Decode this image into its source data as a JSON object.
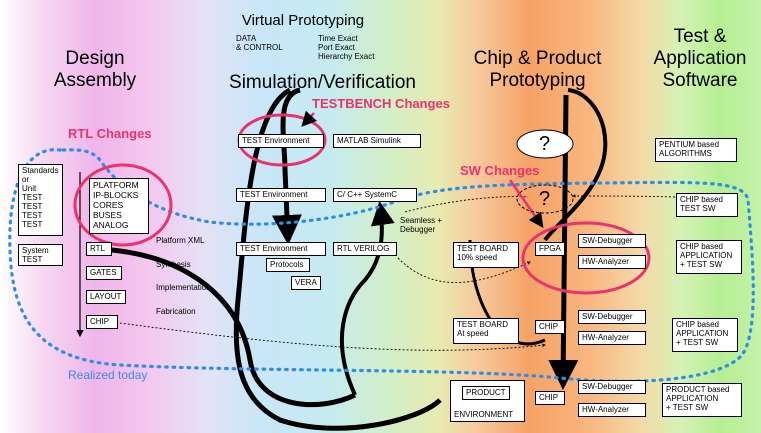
{
  "headings": {
    "virtual_prototyping": "Virtual Prototyping",
    "design_assembly": "Design\nAssembly",
    "simulation": "Simulation/Verification",
    "chip_product": "Chip & Product\nPrototyping",
    "test_app": "Test &\nApplication\nSoftware"
  },
  "abstraction_left": "DATA\n& CONTROL",
  "abstraction_right": "Time Exact\nPort Exact\nHierarchy Exact",
  "changes": {
    "rtl": "RTL Changes",
    "testbench": "TESTBENCH Changes",
    "sw": "SW Changes",
    "realized": "Realized today"
  },
  "design": {
    "standards": "Standards\nor\nUnit\nTEST\nTEST\nTEST\nTEST",
    "system_test": "System\nTEST",
    "platform": "PLATFORM\nIP-BLOCKS\nCORES\nBUSES\nANALOG",
    "rtl": "RTL",
    "gates": "GATES",
    "layout": "LAYOUT",
    "chip": "CHIP"
  },
  "flow_labels": {
    "platform_xml": "Platform XML",
    "synthesis": "Synthesis",
    "implementation": "Implementation",
    "fabrication": "Fabrication",
    "seamless": "Seamless +\nDebugger"
  },
  "sim": {
    "test_env_1": "TEST Environment",
    "matlab": "MATLAB   Simulink",
    "test_env_2": "TEST Environment",
    "cpp": "C/ C++    SystemC",
    "test_env_3": "TEST Environment",
    "rtl_verilog": "RTL      VERILOG",
    "protocols": "Protocols",
    "vera": "VERA"
  },
  "proto": {
    "test_board_1": "TEST BOARD\n10% speed",
    "fpga": "FPGA",
    "sw_debugger_1": "SW-Debugger",
    "hw_analyzer_1": "HW-Analyzer",
    "test_board_2": "TEST BOARD\nAt speed",
    "chip_2": "CHIP",
    "sw_debugger_2": "SW-Debugger",
    "hw_analyzer_2": "HW-Analyzer",
    "product": "PRODUCT",
    "environment": "ENVIRONMENT",
    "chip_3": "CHIP",
    "sw_debugger_3": "SW-Debugger",
    "hw_analyzer_3": "HW-Analyzer",
    "question_1": "?",
    "question_2": "?"
  },
  "apps": {
    "pentium": "PENTIUM     based\nALGORITHMS",
    "chip_based": "CHIP      based\nTEST SW",
    "chip_app_1": "CHIP       based\nAPPLICATION\n+ TEST SW",
    "chip_app_2": "CHIP       based\nAPPLICATION\n+ TEST SW",
    "product_app": "PRODUCT based\nAPPLICATION\n+ TEST SW"
  }
}
